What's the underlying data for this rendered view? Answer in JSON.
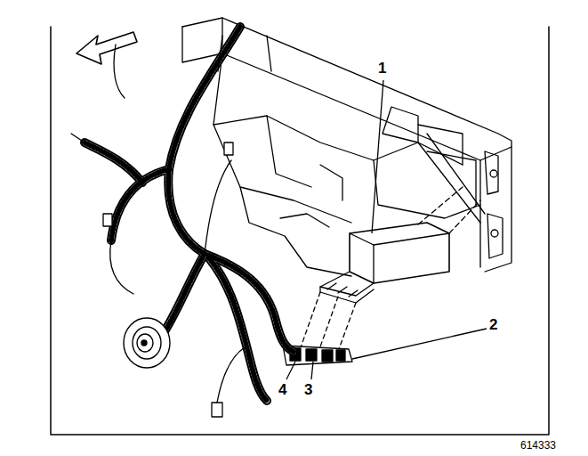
{
  "diagram": {
    "labels": [
      "1",
      "2",
      "4",
      "3",
      "614333"
    ]
  }
}
